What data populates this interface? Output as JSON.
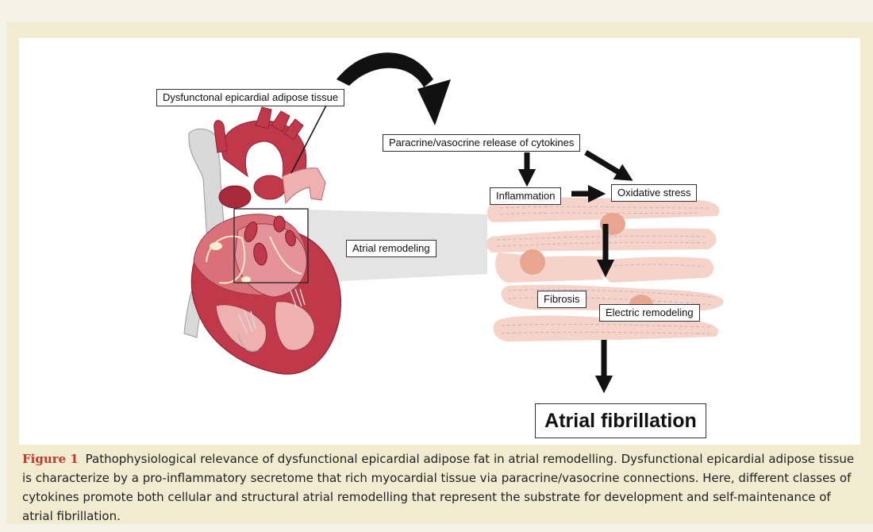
{
  "diagram": {
    "labels": {
      "eat": "Dysfunctonal epicardial adipose tissue",
      "paracrine": "Paracrine/vasocrine release of cytokines",
      "inflammation": "Inflammation",
      "oxidative": "Oxidative stress",
      "atrial_remodeling": "Atrial remodeling",
      "fibrosis": "Fibrosis",
      "electric": "Electric remodeling",
      "af": "Atrial fibrillation"
    },
    "colors": {
      "heart_dark": "#c0394a",
      "heart_mid": "#d9707a",
      "heart_light": "#eeb1b0",
      "vessel_grey": "#d9d9d9",
      "muscle_fibre": "#f6d3c8",
      "nucleus": "#e8a690",
      "arrow": "#111111",
      "zoom_cone": "#e4e4e4"
    }
  },
  "caption": {
    "figure_label": "Figure 1",
    "text": "Pathophysiological relevance of dysfunctional epicardial adipose fat in atrial remodelling. Dysfunctional epicardial adipose tissue is characterize by a pro-inflammatory secretome that rich myocardial tissue via paracrine/vasocrine connections. Here, different classes of cytokines promote both cellular and structural atrial remodelling that represent the substrate for development and self-maintenance of atrial fibrillation."
  }
}
